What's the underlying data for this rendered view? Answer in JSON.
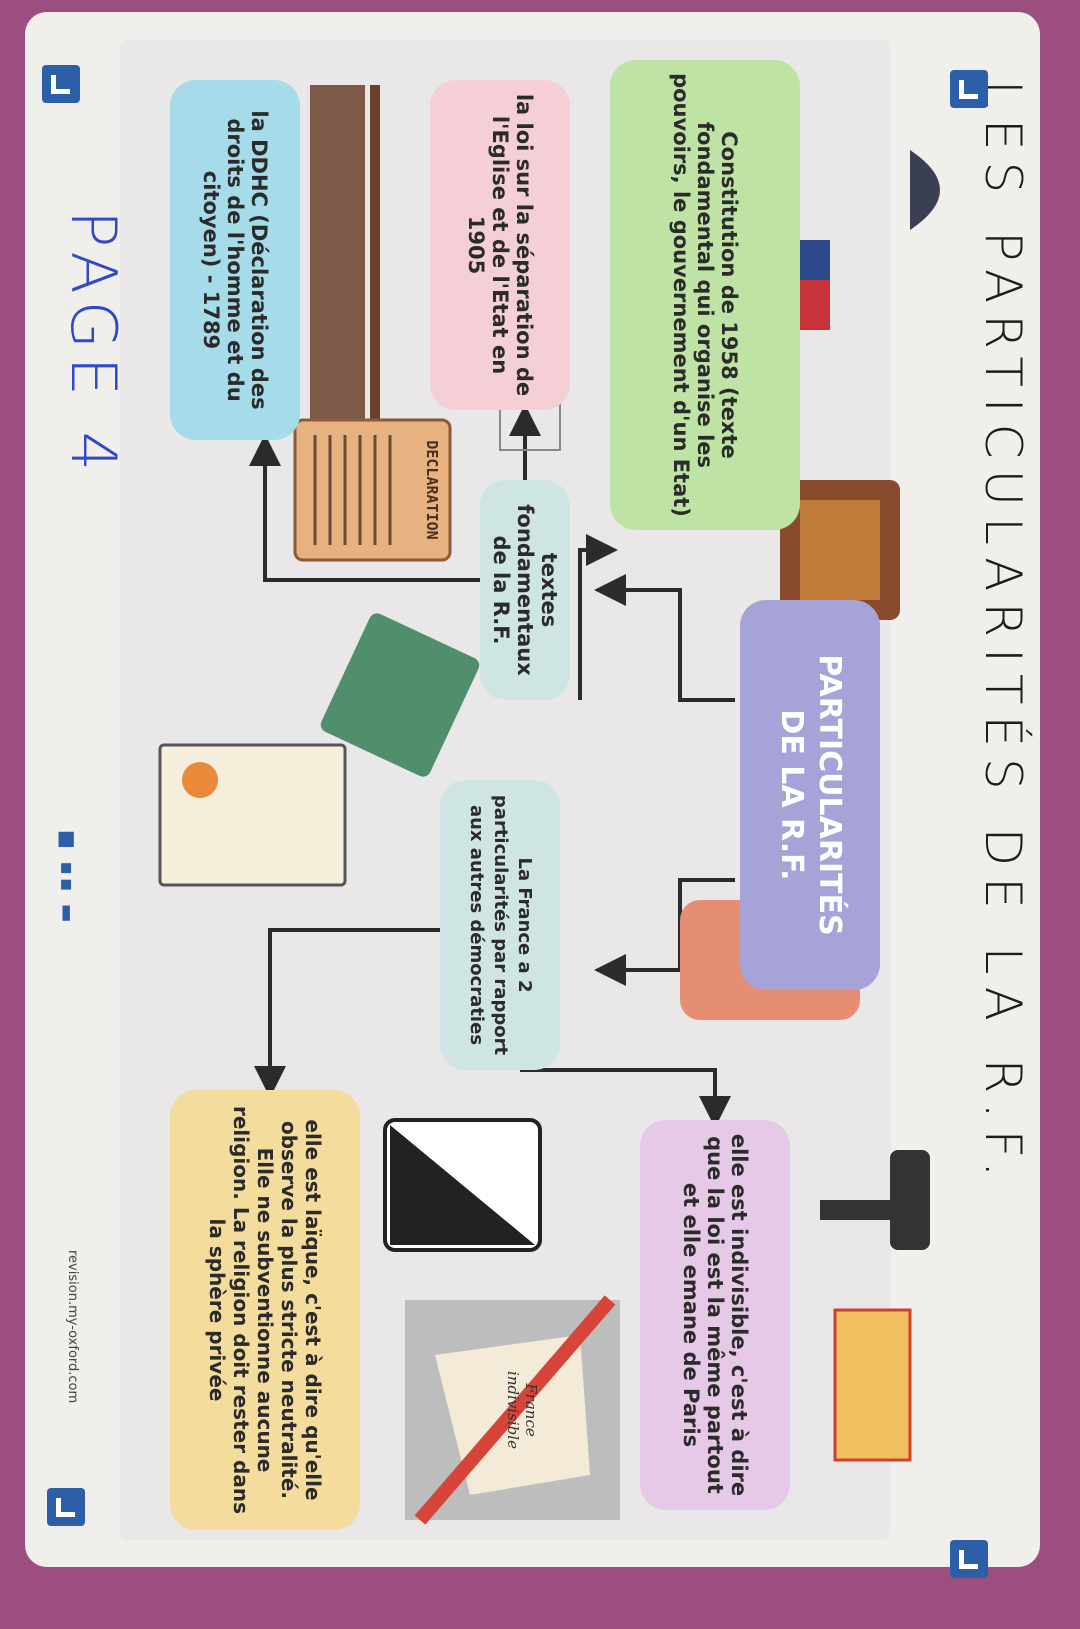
{
  "title": "LES PARTICULARITÉS DE LA R.F.",
  "center": {
    "line1": "PARTICULARITÉS",
    "line2": "DE LA R.F."
  },
  "branches": {
    "textes": "textes fondamentaux de la R.F.",
    "france": "La France a 2 particularités par rapport aux autres démocraties"
  },
  "boxes": {
    "constitution": "Constitution de 1958 (texte fondamental qui organise les pouvoirs, le gouvernement d'un Etat)",
    "loi1905": "la loi sur la séparation de l'Eglise et de l'Etat en 1905",
    "ddhc": "la DDHC (Déclaration des droits de l'homme et du citoyen) - 1789",
    "indivisible": "elle est indivisible, c'est à dire que la loi est la même partout et elle emane de Paris",
    "laique": "elle est laïque, c'est à dire qu'elle observe la plus stricte neutralité. Elle ne subventionne aucune religion. La religion doit rester dans la sphère privée"
  },
  "illustrations": {
    "scroll_label": "DECLARATION",
    "map_label": "France indivisible"
  },
  "handwritten_page": "PAGE 4",
  "footer_site": "revision.my-oxford.com",
  "colors": {
    "border": "#9c4f7f",
    "center": "#a6a3d8",
    "green": "#bfe3a4",
    "pink": "#f4d0d6",
    "blue": "#a6dbe9",
    "purple": "#e6c9e6",
    "yellow": "#f4dc9c",
    "handwriting": "#3148c9"
  }
}
